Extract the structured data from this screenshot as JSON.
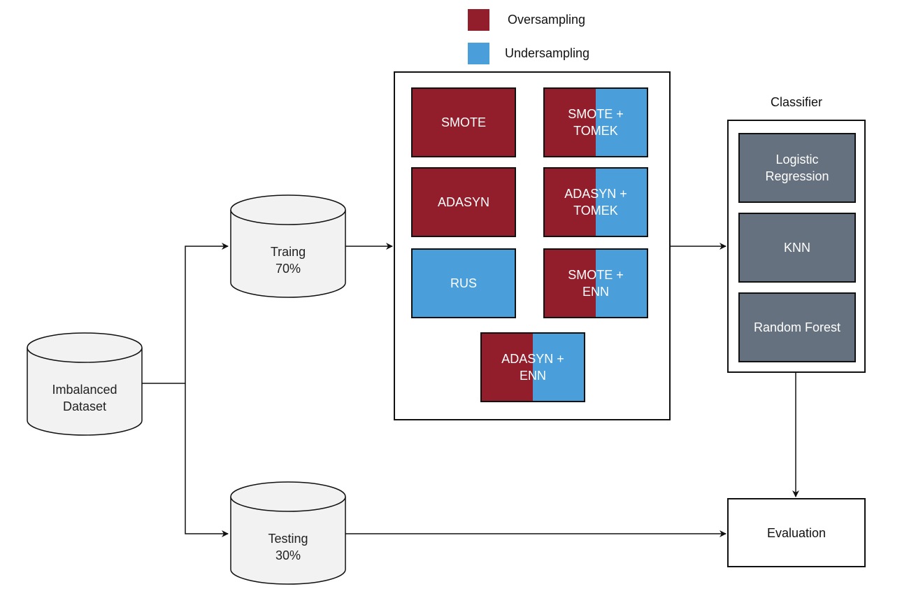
{
  "legend": {
    "oversampling": {
      "label": "Oversampling",
      "color": "#931e2b"
    },
    "undersampling": {
      "label": "Undersampling",
      "color": "#4a9fdb"
    }
  },
  "datasets": {
    "imbalanced": {
      "line1": "Imbalanced",
      "line2": "Dataset"
    },
    "training": {
      "line1": "Traing",
      "line2": "70%"
    },
    "testing": {
      "line1": "Testing",
      "line2": "30%"
    }
  },
  "sampling_methods": {
    "smote": "SMOTE",
    "smote_tomek": {
      "line1": "SMOTE +",
      "line2": "TOMEK"
    },
    "adasyn": "ADASYN",
    "adasyn_tomek": {
      "line1": "ADASYN +",
      "line2": "TOMEK"
    },
    "rus": "RUS",
    "smote_enn": {
      "line1": "SMOTE +",
      "line2": "ENN"
    },
    "adasyn_enn": {
      "line1": "ADASYN +",
      "line2": "ENN"
    }
  },
  "classifier": {
    "title": "Classifier",
    "items": [
      {
        "line1": "Logistic",
        "line2": "Regression"
      },
      {
        "line1": "KNN",
        "line2": ""
      },
      {
        "line1": "Random Forest",
        "line2": ""
      }
    ]
  },
  "evaluation": {
    "label": "Evaluation"
  }
}
